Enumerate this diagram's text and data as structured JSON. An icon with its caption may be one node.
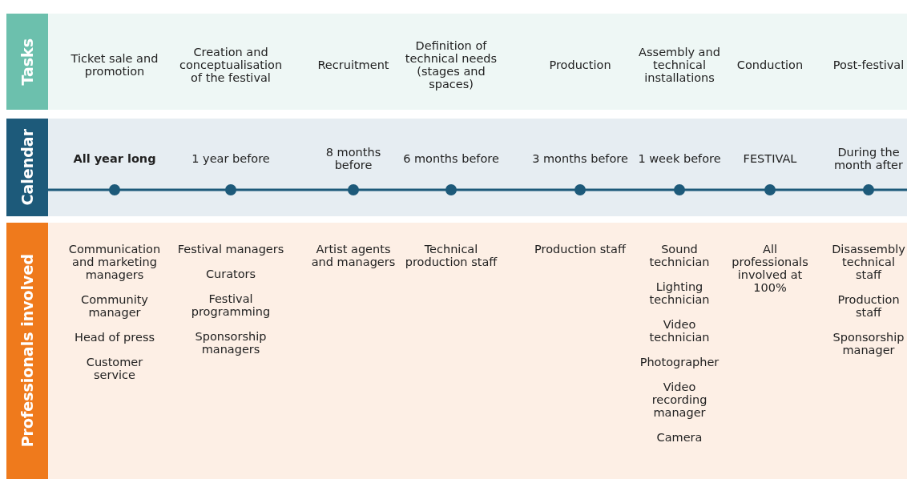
{
  "diagram": {
    "nodes": [
      {
        "text": [
          "Tasks"
        ]
      },
      {
        "text": [
          "Calendar"
        ]
      },
      {
        "text": [
          "Professionals involved"
        ]
      }
    ],
    "labels": [
      "Ticket sale and promotion",
      "Creation and conceptualisation of the festival",
      "Recruitment",
      "Definition of technical needs (stages and spaces)",
      "Production",
      "Assembly and technical installations",
      "Conduction",
      "Post-festival",
      "All year long",
      "1 year before",
      "8 months before",
      "6 months before",
      "3 months before",
      "1 week before",
      "FESTIVAL",
      "During the month after",
      "Communication and marketing managers",
      "Community manager",
      "Head of press",
      "Customer service",
      "Festival managers",
      "Curators",
      "Festival programming",
      "Sponsorship managers",
      "Artist agents and managers",
      "Technical production staff",
      "Production staff",
      "Sound technician",
      "Lighting technician",
      "Video technician",
      "Photographer",
      "Video recording manager",
      "Camera",
      "All professionals involved at 100%",
      "Disassembly technical staff",
      "Production staff",
      "Sponsorship manager"
    ]
  }
}
